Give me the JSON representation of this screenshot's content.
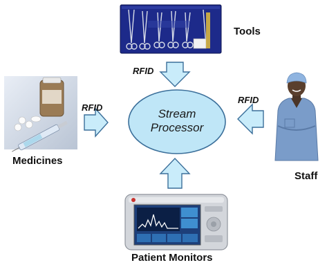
{
  "nodes": {
    "center": {
      "line1": "Stream",
      "line2": "Processor"
    },
    "tools": {
      "label": "Tools"
    },
    "medicines": {
      "label": "Medicines"
    },
    "staff": {
      "label": "Staff"
    },
    "monitors": {
      "label": "Patient Monitors"
    }
  },
  "edges": {
    "tools_rfid": "RFID",
    "medicines_rfid": "RFID",
    "staff_rfid": "RFID"
  },
  "colors": {
    "ellipse_fill": "#bfe6f7",
    "ellipse_stroke": "#3b6f9a",
    "arrow_fill": "#c9ecfa",
    "arrow_stroke": "#3b6f9a",
    "tray_blue": "#1d2a8a",
    "scrubs": "#7a9cc9"
  }
}
